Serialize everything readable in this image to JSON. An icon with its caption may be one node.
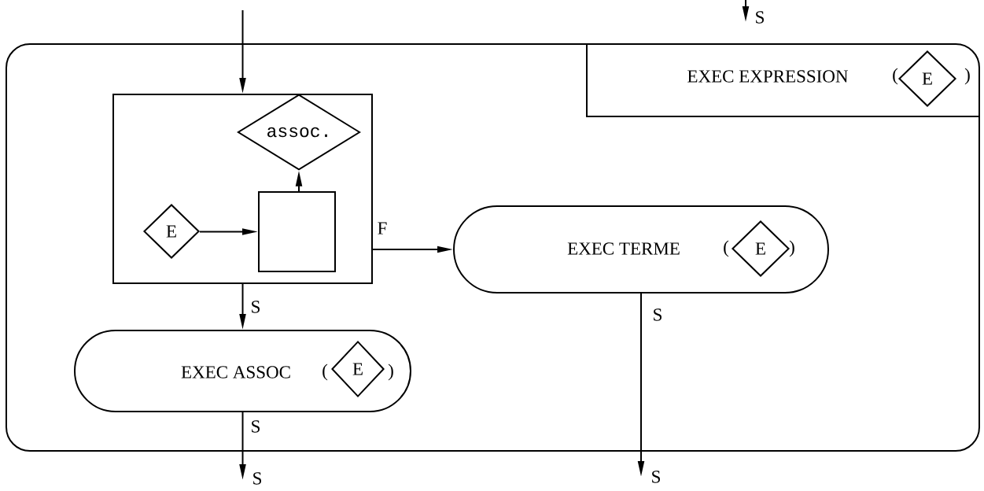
{
  "diagram": {
    "nodes": [
      {
        "text": [],
        "shape": "box"
      },
      {
        "text": [
          "EXEC EXPRESSION",
          "(",
          ")"
        ],
        "in": 0
      },
      {
        "text": [
          "E"
        ],
        "in": 1
      },
      {
        "text": [],
        "shape": "box",
        "in": 0
      },
      {
        "text": [
          "assoc."
        ],
        "in": 3
      },
      {
        "text": [
          "E"
        ],
        "in": 3
      },
      {
        "text": [],
        "shape": "box",
        "in": 3
      },
      {
        "text": [
          "EXEC TERME",
          "(",
          ")"
        ],
        "in": 0
      },
      {
        "text": [
          "E"
        ],
        "in": 7
      },
      {
        "text": [
          "EXEC ASSOC",
          "(",
          ")"
        ],
        "in": 0
      },
      {
        "text": [
          "E"
        ],
        "in": 9
      },
      {
        "text": [
          "S"
        ]
      },
      {
        "text": [
          "S"
        ]
      }
    ],
    "edges": [
      {
        "from": null,
        "to": 3,
        "arrow": "to"
      },
      {
        "from": 5,
        "to": 6,
        "arrow": "to"
      },
      {
        "from": 6,
        "to": 4,
        "arrow": "to"
      },
      {
        "from": 3,
        "to": 7,
        "arrow": "to",
        "label": "F"
      },
      {
        "from": 3,
        "to": 9,
        "arrow": "to",
        "label": "S"
      },
      {
        "from": 7,
        "to": 12,
        "arrow": "to",
        "label": "S"
      },
      {
        "from": 9,
        "to": 11,
        "arrow": "to",
        "label": "S"
      }
    ],
    "labels": [
      "S"
    ]
  }
}
